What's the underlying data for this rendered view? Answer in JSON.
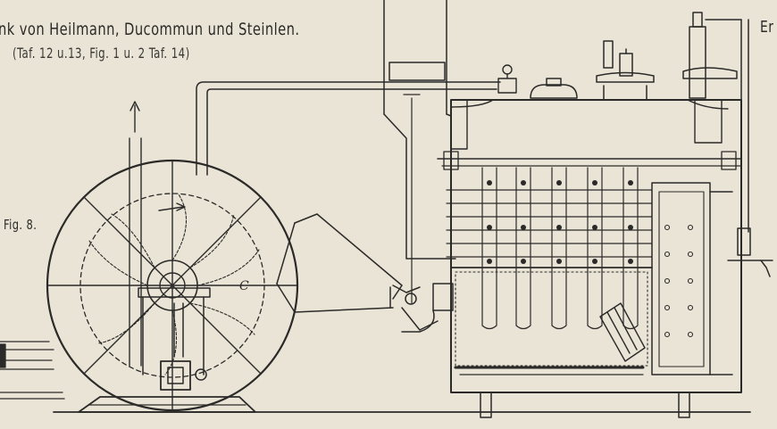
{
  "title": "nk von Heilmann, Ducommun und Steinlen.",
  "reference": "(Taf. 12 u.13, Fig. 1 u. 2 Taf. 14)",
  "figure_label": "Fig. 8.",
  "edge_label": "Er",
  "fan_label": "C",
  "colors": {
    "paper": "#e9e4d6",
    "ink": "#2b2a28"
  }
}
